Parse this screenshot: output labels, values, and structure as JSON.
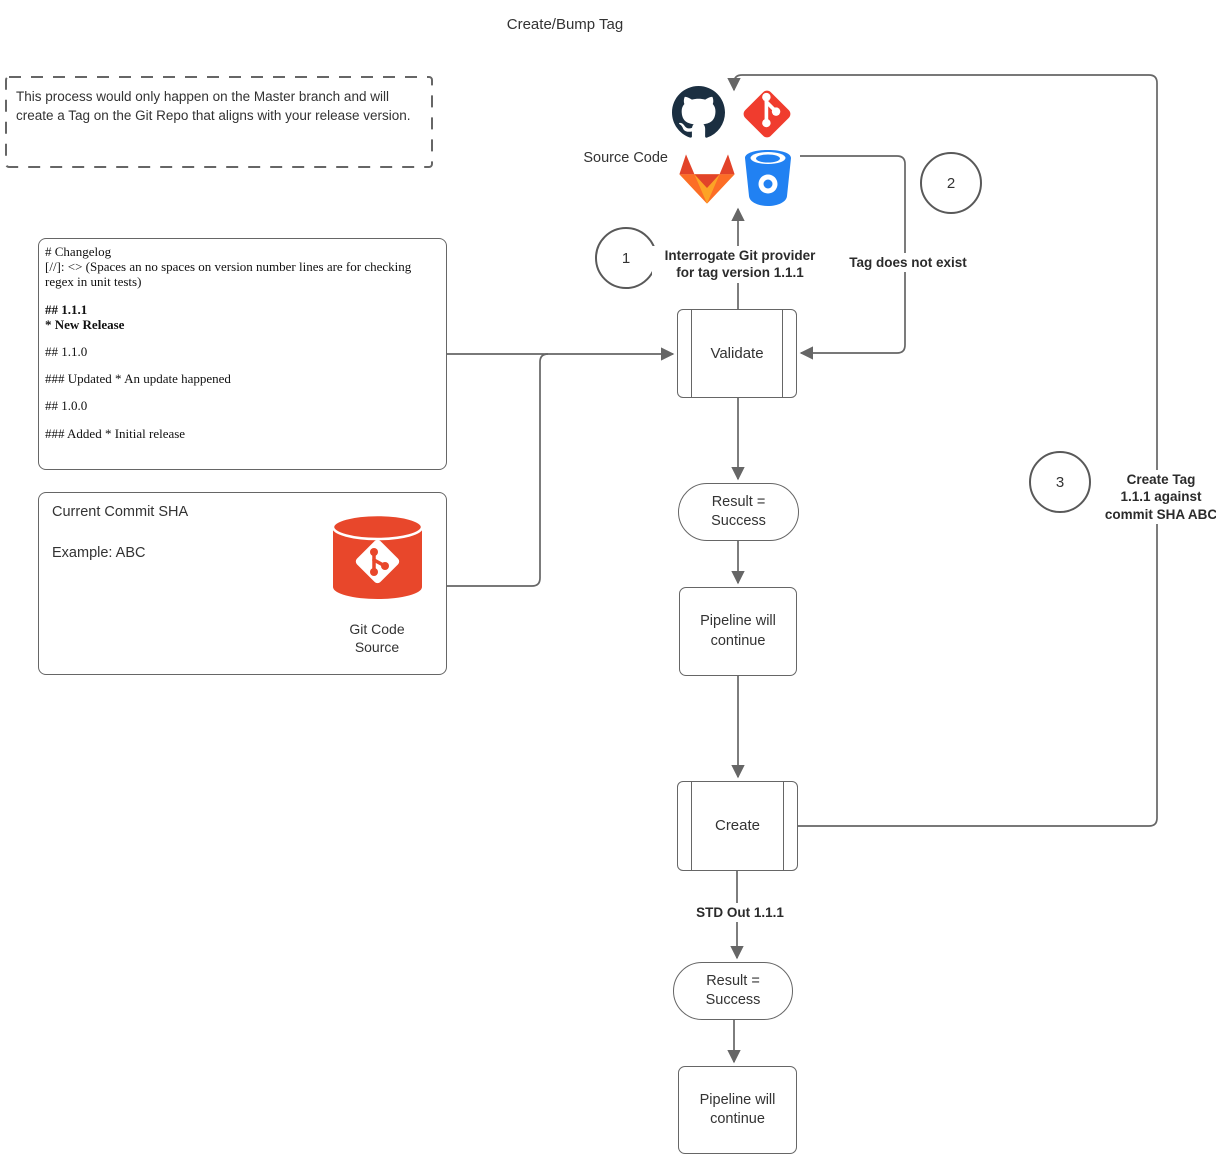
{
  "title": "Create/Bump Tag",
  "note": {
    "text": "This process would only happen on the Master branch and will create a Tag on the Git Repo that aligns with your release version."
  },
  "changelog": {
    "l0": "# Changelog",
    "l1": "[//]: <> (Spaces an no spaces on version number lines are for checking regex in unit tests)",
    "l2": "## 1.1.1",
    "l3": "* New Release",
    "l4": "## 1.1.0",
    "l5": "### Updated * An update happened",
    "l6": "## 1.0.0",
    "l7": "### Added * Initial release"
  },
  "commit_box": {
    "heading": "Current Commit SHA",
    "example": "Example: ABC",
    "icon_caption": "Git Code\nSource"
  },
  "source_code": {
    "label": "Source Code",
    "icons": [
      "github",
      "git",
      "gitlab",
      "bitbucket"
    ]
  },
  "badges": {
    "one": "1",
    "two": "2",
    "three": "3"
  },
  "annotations": {
    "interrogate": "Interrogate Git provider\nfor tag version 1.1.1",
    "tag_not_exist": "Tag does not exist",
    "create_tag": "Create Tag\n1.1.1 against\ncommit SHA ABC",
    "std_out": "STD Out 1.1.1"
  },
  "nodes": {
    "validate": "Validate",
    "result_success_1": "Result =\nSuccess",
    "pipeline_1": "Pipeline will\ncontinue",
    "create": "Create",
    "result_success_2": "Result =\nSuccess",
    "pipeline_2": "Pipeline will\ncontinue"
  },
  "colors": {
    "connector": "#666666",
    "github": "#1b2f41",
    "git": "#f03c2e",
    "git_cylinder": "#e8472b",
    "gitlab_red": "#e24329",
    "gitlab_orange": "#fc6d26",
    "gitlab_amber": "#fca326",
    "bitbucket": "#2181f2"
  }
}
